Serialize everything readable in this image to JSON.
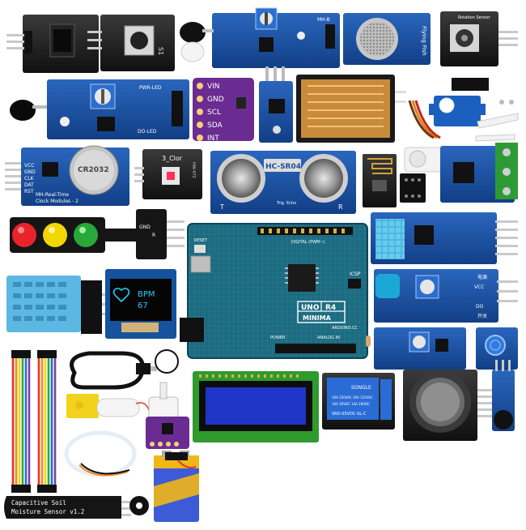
{
  "labels": {
    "rotation_sensor": "Rotation Sensor",
    "flying_fish": "Flying Fish",
    "mh_b": "MH-B",
    "s1": "S1",
    "vin": "VIN",
    "gnd": "GND",
    "scl": "SCL",
    "sda": "SDA",
    "int": "INT",
    "pwr_led": "PWR-LED",
    "do_led": "DO-LED",
    "cr2032": "CR2032",
    "mh_rtc_1": "MH-Real-Time",
    "mh_rtc_2": "Clock Modules - 2",
    "vcc": "VCC",
    "dat": "DAT",
    "clk": "CLK",
    "rst": "RST",
    "three_color": "3_Clor",
    "hw_472": "HW-472",
    "hc_sr04": "HC-SR04",
    "trig": "Trig",
    "echo": "Echo",
    "t": "T",
    "r": "R",
    "bpm": "BPM",
    "bpm_value": "67",
    "uno": "UNO",
    "r4": "R4",
    "minima": "MINIMA",
    "digital_pwm": "DIGITAL (PWM~)",
    "power": "POWER",
    "analog_in": "ANALOG IN",
    "icsp": "ICSP",
    "reset": "RESET",
    "arduino_cc": "ARDUINO.CC",
    "relay_brand": "SONGLE",
    "relay_model": "SRD-05VDC-SL-C",
    "relay_spec_1": "10A 250VAC 10A 125VAC",
    "relay_spec_2": "10A 30VDC 10A 28VDC",
    "soil_1": "Capacitive  Soil",
    "soil_2": "Moisture Sensor v1.2",
    "do": "DO",
    "power_cn": "电源",
    "switch_cn": "开关"
  },
  "colors": {
    "module_blue": "#1b4f9c",
    "arduino_teal": "#1d6b80",
    "sensor_purple": "#6a2c91",
    "traffic_red": "#e8232a",
    "traffic_yellow": "#f2d600",
    "traffic_green": "#27a838",
    "lcd_blue": "#1f35c8",
    "lcd_board": "#2f9a2e"
  },
  "icons": {
    "heart": "heart-icon",
    "servo": "servo-icon",
    "battery": "9v-battery-icon"
  }
}
